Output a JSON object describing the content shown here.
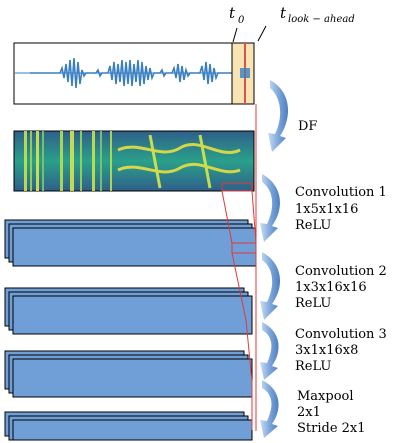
{
  "time_markers": {
    "t0_main": "t",
    "t0_sub": "0",
    "lookahead_main": "t",
    "lookahead_sub": "look − ahead"
  },
  "steps": [
    {
      "id": "df",
      "lines": [
        "DF"
      ]
    },
    {
      "id": "conv1",
      "lines": [
        "Convolution 1",
        "1x5x1x16",
        "ReLU"
      ]
    },
    {
      "id": "conv2",
      "lines": [
        "Convolution 2",
        "1x3x16x16",
        "ReLU"
      ]
    },
    {
      "id": "conv3",
      "lines": [
        "Convolution 3",
        "3x1x16x8",
        "ReLU"
      ]
    },
    {
      "id": "maxpool",
      "lines": [
        "Maxpool",
        "2x1",
        "Stride 2x1"
      ]
    }
  ],
  "colors": {
    "waveform": "#3a7fc0",
    "block_fill": "#6f9fd6",
    "arrow_fill": "#6e9bd5",
    "highlight_fill": "#f7e3b4",
    "highlight_line": "#d9534f",
    "connector": "#e03a3a",
    "spectrogram_base": "#2b6d8e"
  },
  "icons": [
    "down-curved-arrow-icon"
  ]
}
